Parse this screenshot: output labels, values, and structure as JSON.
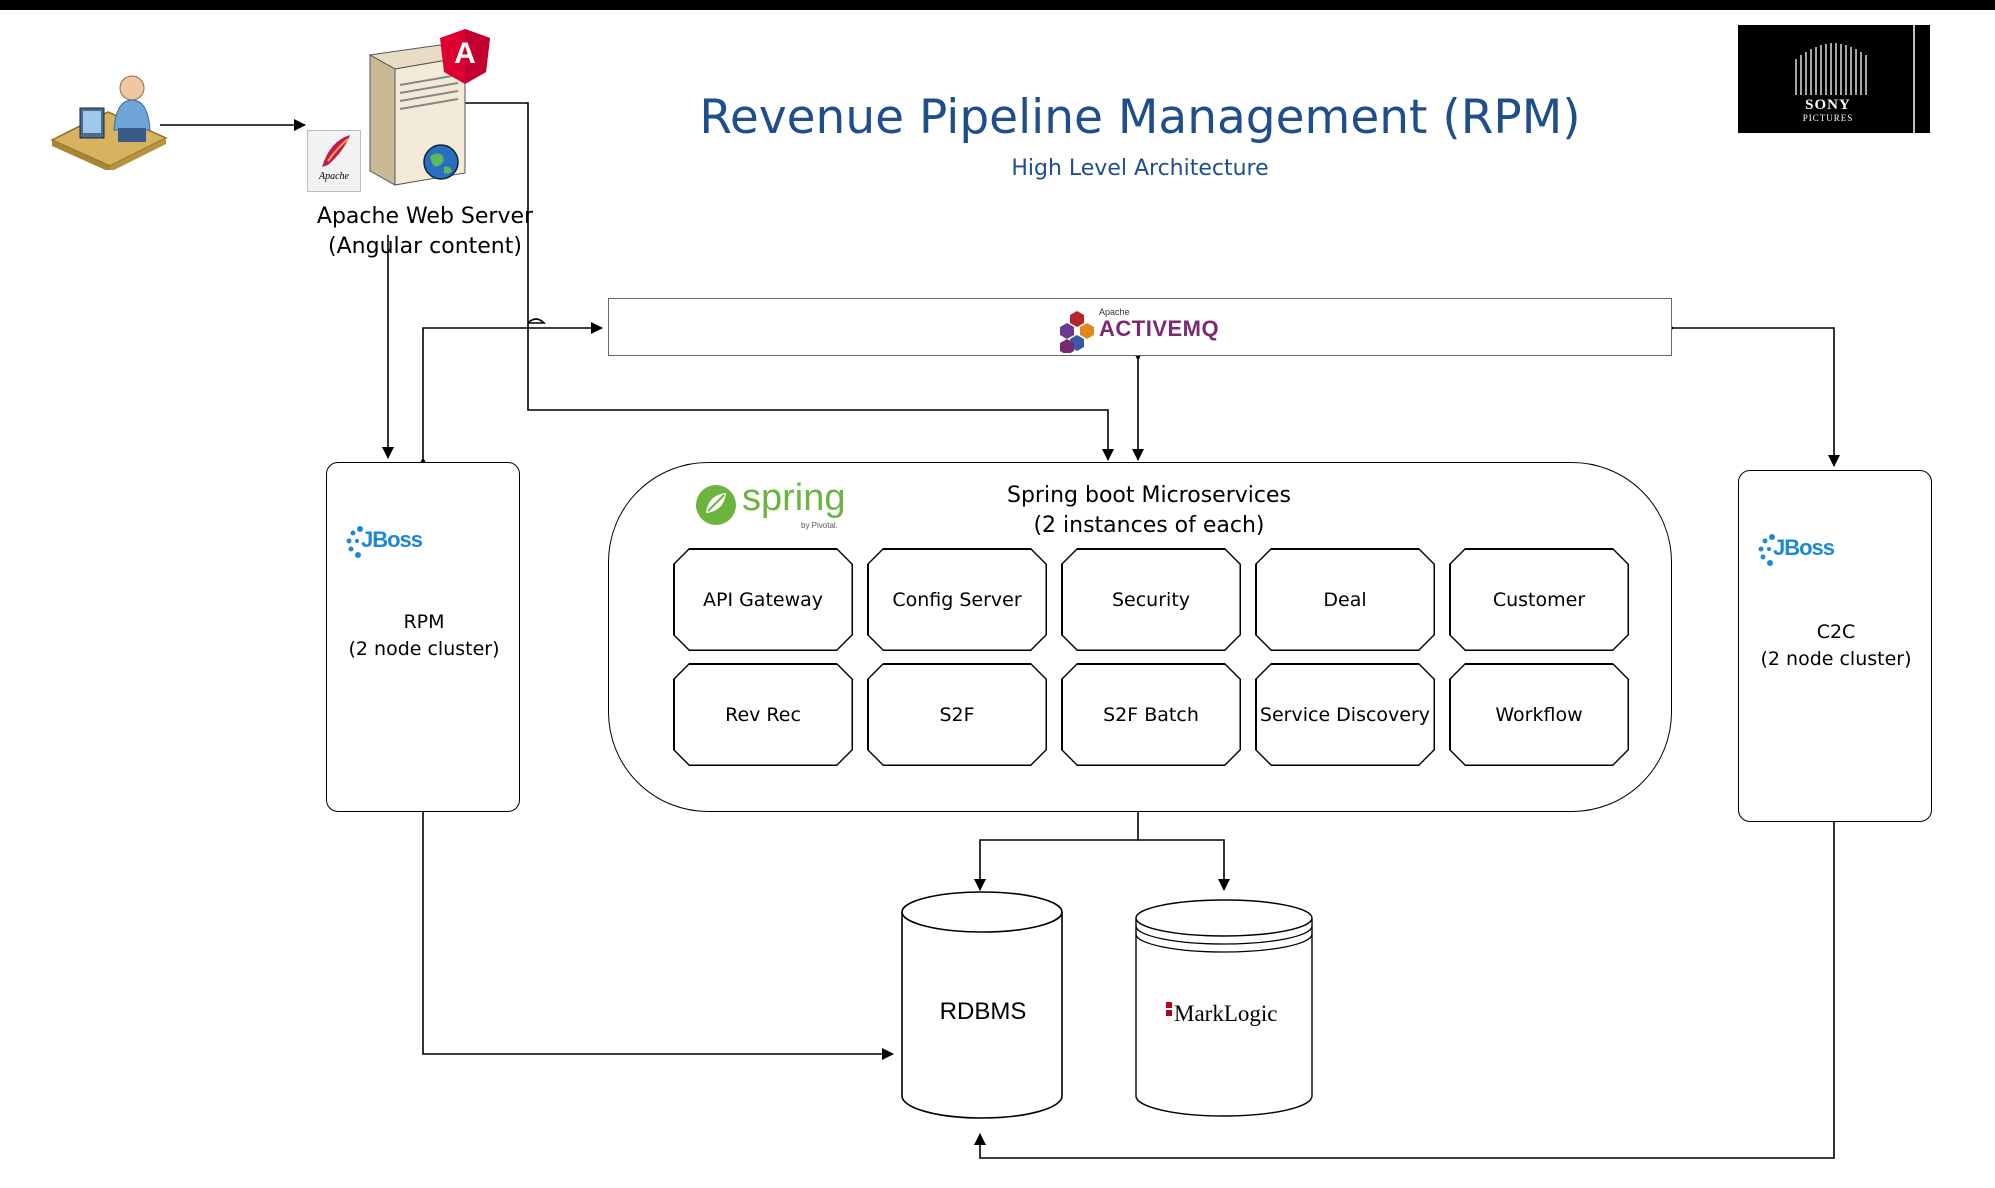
{
  "header": {
    "title": "Revenue Pipeline Management (RPM)",
    "subtitle": "High Level Architecture",
    "logo_line1": "SONY",
    "logo_line2": "PICTURES"
  },
  "web_server": {
    "label_line1": "Apache Web Server",
    "label_line2": "(Angular content)",
    "apache_badge": "Apache",
    "angular_badge": "A"
  },
  "broker": {
    "brand_small": "Apache",
    "brand": "ACTIVEMQ"
  },
  "rpm_node": {
    "brand": "JBoss",
    "label_line1": "RPM",
    "label_line2": "(2 node cluster)"
  },
  "c2c_node": {
    "brand": "JBoss",
    "label_line1": "C2C",
    "label_line2": "(2 node cluster)"
  },
  "microservices": {
    "brand": "spring",
    "brand_small": "by Pivotal.",
    "title_line1": "Spring boot Microservices",
    "title_line2": "(2 instances of each)",
    "services": [
      "API Gateway",
      "Config Server",
      "Security",
      "Deal",
      "Customer",
      "Rev Rec",
      "S2F",
      "S2F Batch",
      "Service Discovery",
      "Workflow"
    ]
  },
  "databases": {
    "rdbms": "RDBMS",
    "marklogic": "MarkLogic"
  },
  "colors": {
    "title": "#1f4e8c",
    "jboss": "#1e88d4",
    "spring": "#6db33f",
    "activemq": "#7a2a6e",
    "angular": "#dd0031",
    "marklogic": "#b2001e"
  }
}
